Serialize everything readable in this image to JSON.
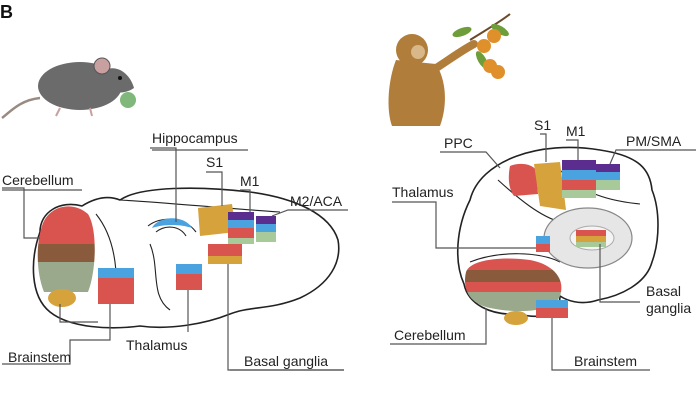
{
  "panel_label": "B",
  "colors": {
    "red": "#d9534f",
    "blue": "#4aa3df",
    "purple": "#5b2d8e",
    "green": "#a8c99a",
    "olive": "#9aa98c",
    "gold": "#d6a23c",
    "brown": "#8a5a3c",
    "mouse_body": "#6b6b6b",
    "monkey_fur": "#b07d3a",
    "fruit": "#e0902a",
    "leaf": "#6e9e3a"
  },
  "mouse": {
    "labels": {
      "hippocampus": "Hippocampus",
      "s1": "S1",
      "m1": "M1",
      "m2_aca": "M2/ACA",
      "cerebellum": "Cerebellum",
      "brainstem": "Brainstem",
      "thalamus": "Thalamus",
      "basal_ganglia": "Basal ganglia"
    }
  },
  "monkey": {
    "labels": {
      "ppc": "PPC",
      "s1": "S1",
      "m1": "M1",
      "pm_sma": "PM/SMA",
      "thalamus": "Thalamus",
      "basal_ganglia": "Basal\nganglia",
      "cerebellum": "Cerebellum",
      "brainstem": "Brainstem"
    }
  }
}
